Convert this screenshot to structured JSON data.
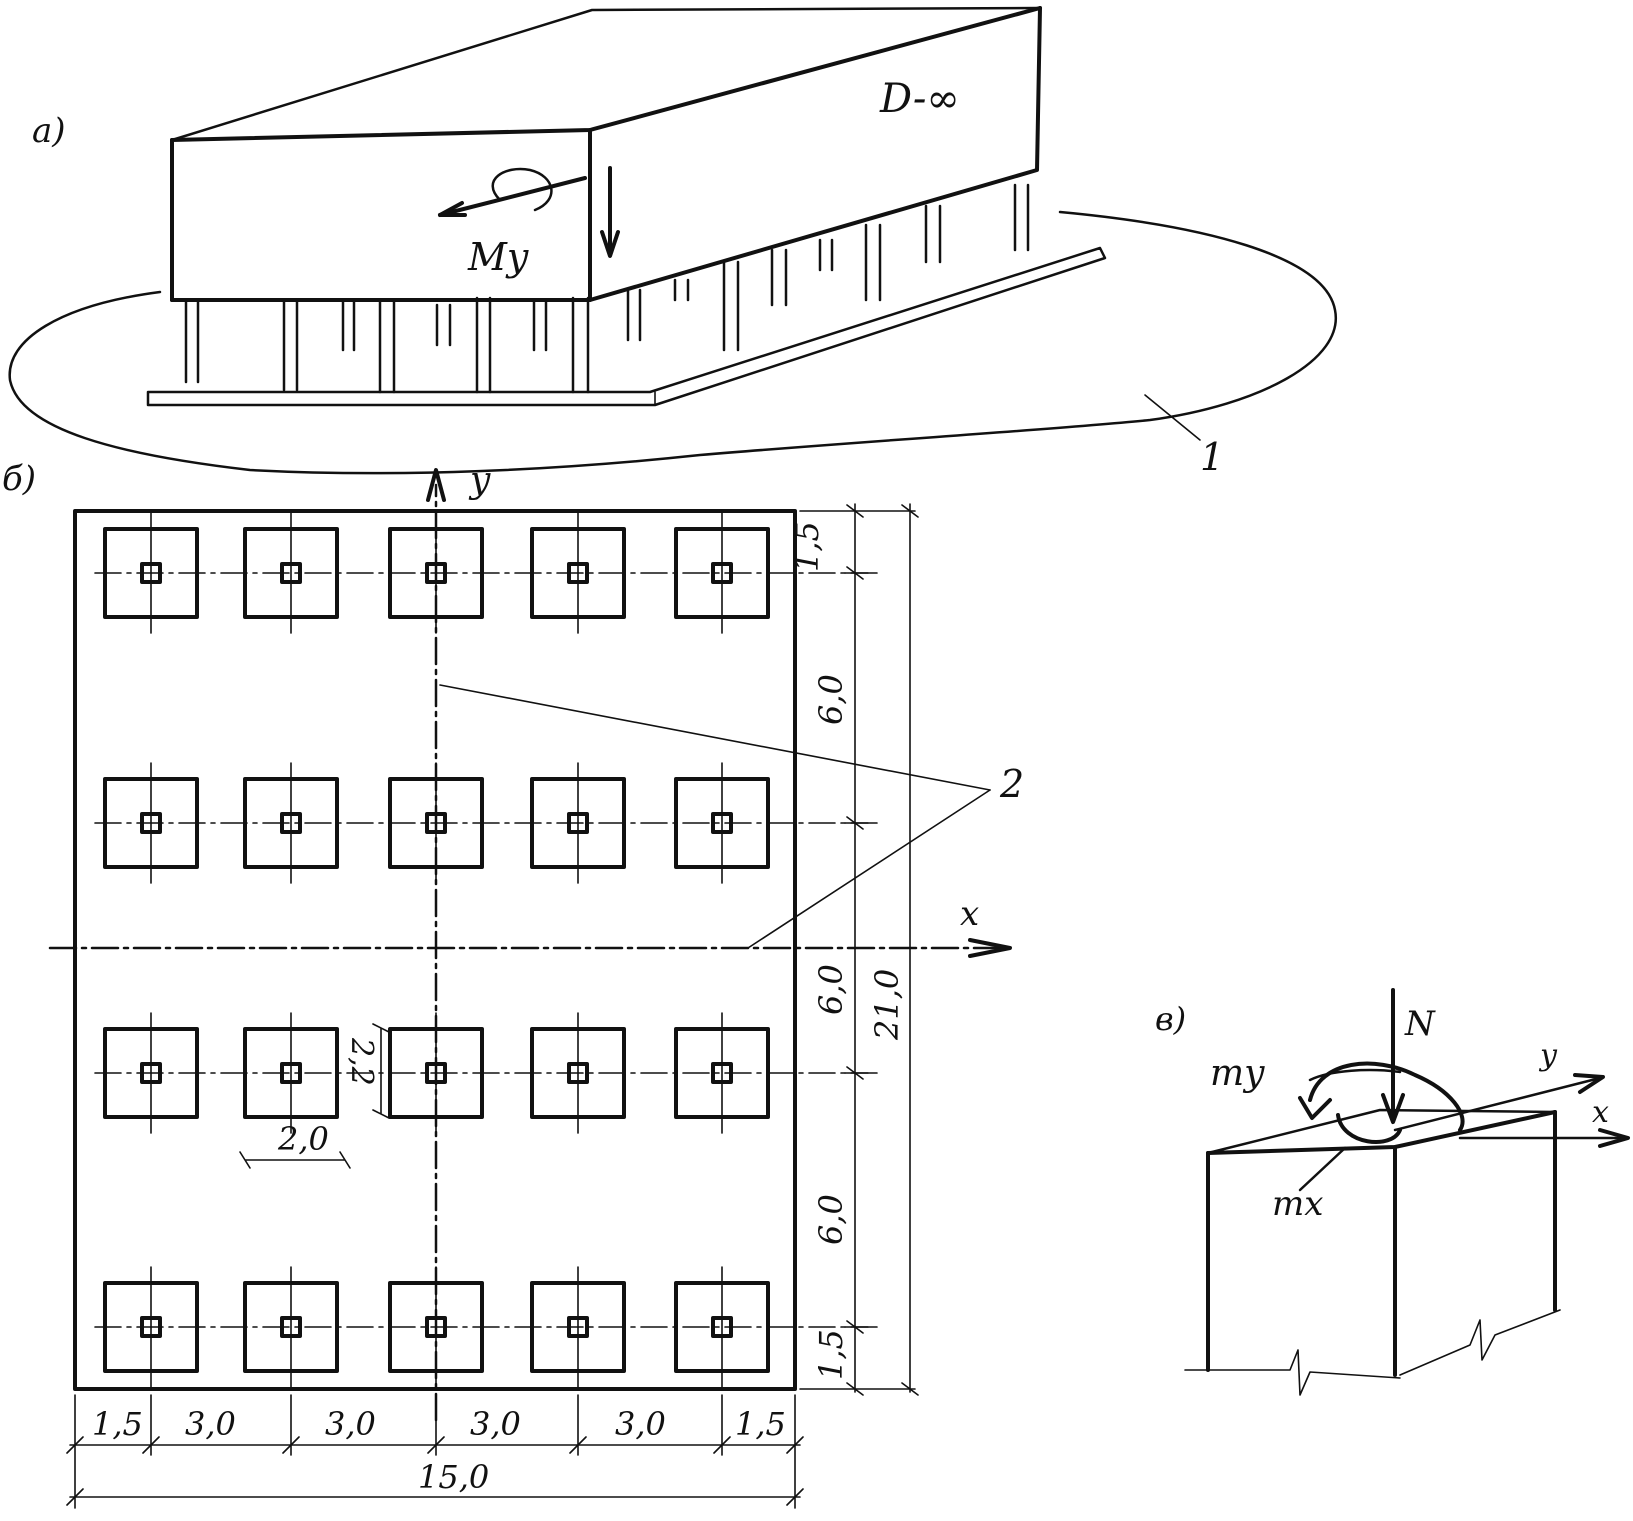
{
  "panels": {
    "a": {
      "label": "а)",
      "slab_label": "D-∞",
      "moment_label": "My",
      "callout": "1"
    },
    "b": {
      "label": "б)",
      "axis_y": "y",
      "axis_x": "x",
      "callout": "2",
      "column_dims": {
        "width": "2,0",
        "height": "2,2"
      },
      "right_dims": [
        "1,5",
        "6,0",
        "6,0",
        "6,0",
        "1,5"
      ],
      "right_total": "21,0",
      "bottom_dims": [
        "1,5",
        "3,0",
        "3,0",
        "3,0",
        "3,0",
        "1,5"
      ],
      "bottom_total": "15,0",
      "grid": {
        "columns": 5,
        "rows": 4
      }
    },
    "c": {
      "label": "в)",
      "force": "N",
      "moment_y": "my",
      "moment_x": "mx",
      "axis_y": "y",
      "axis_x": "x"
    }
  }
}
